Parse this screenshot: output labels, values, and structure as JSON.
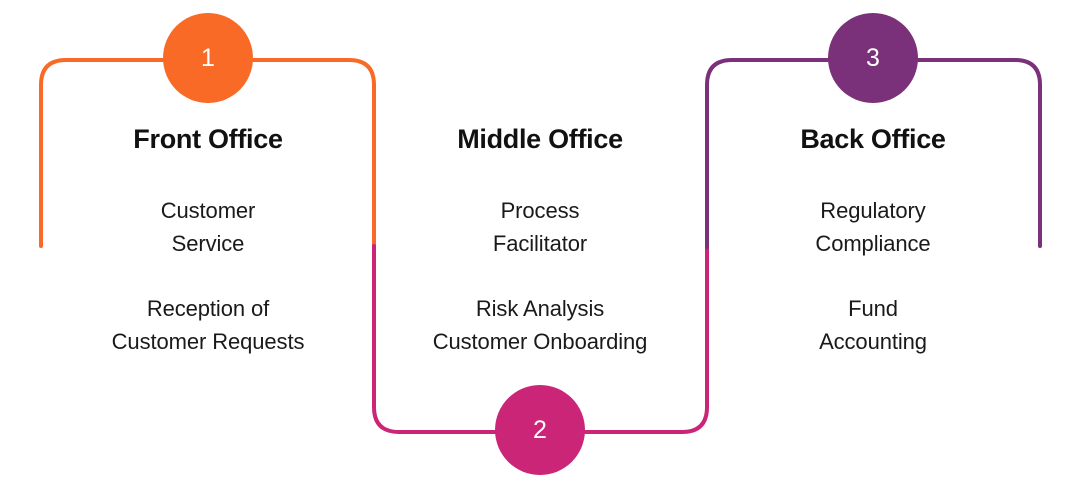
{
  "diagram": {
    "title_hidden": "",
    "background": "#ffffff",
    "colors": {
      "orange": "#F96A27",
      "magenta": "#CB2578",
      "purple": "#7B3179",
      "text": "#111111",
      "badge_text": "#ffffff"
    },
    "stroke_width": 4,
    "columns": [
      {
        "id": "front-office",
        "title": "Front Office",
        "accent": "#F96A27",
        "groups": [
          {
            "lines": [
              "Customer",
              "Service"
            ]
          },
          {
            "lines": [
              "Reception of",
              "Customer Requests"
            ]
          }
        ]
      },
      {
        "id": "middle-office",
        "title": "Middle Office",
        "accent": "#CB2578",
        "groups": [
          {
            "lines": [
              "Process",
              "Facilitator"
            ]
          },
          {
            "lines": [
              "Risk Analysis",
              "Customer Onboarding"
            ]
          }
        ]
      },
      {
        "id": "back-office",
        "title": "Back Office",
        "accent": "#7B3179",
        "groups": [
          {
            "lines": [
              "Regulatory",
              "Compliance"
            ]
          },
          {
            "lines": [
              "Fund",
              "Accounting"
            ]
          }
        ]
      }
    ],
    "badges": [
      {
        "id": "step-1",
        "label": "1",
        "color": "#F96A27",
        "position": "top-left"
      },
      {
        "id": "step-2",
        "label": "2",
        "color": "#CB2578",
        "position": "bottom-center"
      },
      {
        "id": "step-3",
        "label": "3",
        "color": "#7B3179",
        "position": "top-right"
      }
    ]
  }
}
